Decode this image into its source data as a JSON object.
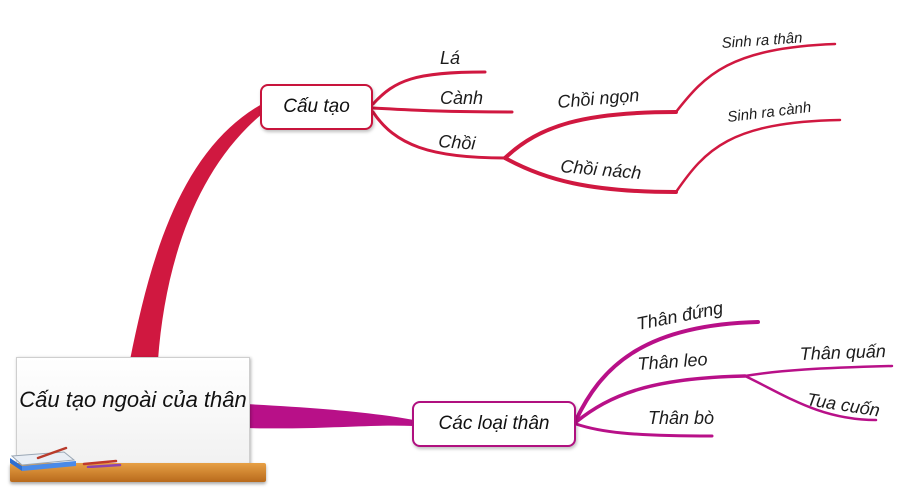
{
  "central_topic": {
    "label": "Cấu tạo ngoài của thân"
  },
  "branches": [
    {
      "label": "Cấu tạo",
      "color": "#c8143c",
      "children": [
        {
          "label": "Lá"
        },
        {
          "label": "Cành"
        },
        {
          "label": "Chồi",
          "children": [
            {
              "label": "Chồi ngọn",
              "children": [
                {
                  "label": "Sinh ra thân"
                }
              ]
            },
            {
              "label": "Chồi nách",
              "children": [
                {
                  "label": "Sinh ra cành"
                }
              ]
            }
          ]
        }
      ]
    },
    {
      "label": "Các loại thân",
      "color": "#b0107f",
      "children": [
        {
          "label": "Thân đứng"
        },
        {
          "label": "Thân leo",
          "children": [
            {
              "label": "Thân quấn"
            },
            {
              "label": "Tua cuốn"
            }
          ]
        },
        {
          "label": "Thân bò"
        }
      ]
    }
  ]
}
